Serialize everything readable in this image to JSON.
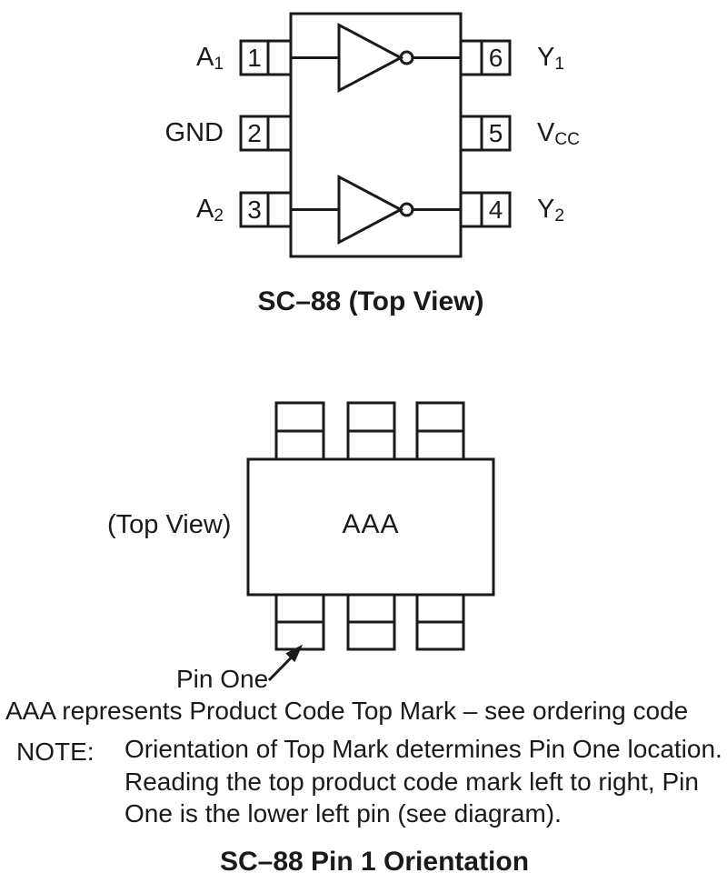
{
  "top_diagram": {
    "caption": "SC–88 (Top View)",
    "left_pins": [
      {
        "number": "1",
        "label": "A",
        "sub": "1"
      },
      {
        "number": "2",
        "label": "GND",
        "sub": ""
      },
      {
        "number": "3",
        "label": "A",
        "sub": "2"
      }
    ],
    "right_pins": [
      {
        "number": "6",
        "label": "Y",
        "sub": "1"
      },
      {
        "number": "5",
        "label": "V",
        "sub": "CC"
      },
      {
        "number": "4",
        "label": "Y",
        "sub": "2"
      }
    ],
    "gates": [
      "inverter",
      "inverter"
    ]
  },
  "bottom_diagram": {
    "view_label": "(Top View)",
    "top_mark": "AAA",
    "pin_one_label": "Pin One",
    "caption": "SC–88 Pin 1 Orientation"
  },
  "notes": {
    "aaa_line": "AAA represents Product Code Top Mark – see ordering code",
    "note_label": "NOTE:",
    "note_lines": [
      "Orientation of Top Mark determines Pin One location.",
      "Reading the top product code mark left to right, Pin",
      "One is the lower left pin (see diagram)."
    ]
  },
  "colors": {
    "ink": "#1a1a1a",
    "background": "#ffffff"
  }
}
